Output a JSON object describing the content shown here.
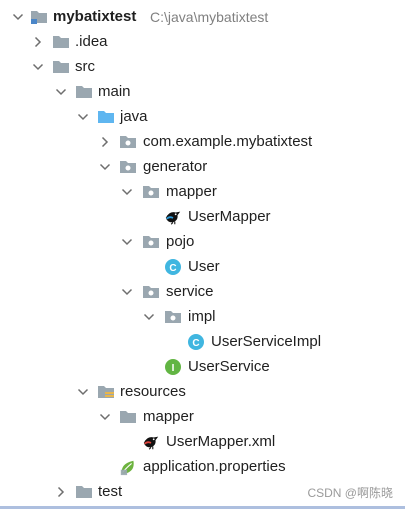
{
  "project": {
    "name": "mybatixtest",
    "path": "C:\\java\\mybatixtest"
  },
  "tree": [
    {
      "label": ".idea",
      "icon": "folder-icon",
      "expanded": false
    },
    {
      "label": "src",
      "icon": "folder-icon",
      "expanded": true
    },
    {
      "label": "main",
      "icon": "folder-icon",
      "expanded": true
    },
    {
      "label": "java",
      "icon": "source-folder-icon",
      "expanded": true
    },
    {
      "label": "com.example.mybatixtest",
      "icon": "package-icon",
      "expanded": false
    },
    {
      "label": "generator",
      "icon": "package-icon",
      "expanded": true
    },
    {
      "label": "mapper",
      "icon": "package-icon",
      "expanded": true
    },
    {
      "label": "UserMapper",
      "icon": "mybatis-bird-icon"
    },
    {
      "label": "pojo",
      "icon": "package-icon",
      "expanded": true
    },
    {
      "label": "User",
      "icon": "class-icon"
    },
    {
      "label": "service",
      "icon": "package-icon",
      "expanded": true
    },
    {
      "label": "impl",
      "icon": "package-icon",
      "expanded": true
    },
    {
      "label": "UserServiceImpl",
      "icon": "class-icon"
    },
    {
      "label": "UserService",
      "icon": "interface-icon"
    },
    {
      "label": "resources",
      "icon": "resources-folder-icon",
      "expanded": true
    },
    {
      "label": "mapper",
      "icon": "folder-icon",
      "expanded": true
    },
    {
      "label": "UserMapper.xml",
      "icon": "mybatis-xml-icon"
    },
    {
      "label": "application.properties",
      "icon": "spring-leaf-icon"
    },
    {
      "label": "test",
      "icon": "folder-icon",
      "expanded": false
    }
  ],
  "watermark": "CSDN @啊陈晓",
  "colors": {
    "folder": "#9aa7b0",
    "source_folder": "#5fb6f0",
    "class": "#40b6e0",
    "interface": "#62b543",
    "path_text": "#808080"
  }
}
